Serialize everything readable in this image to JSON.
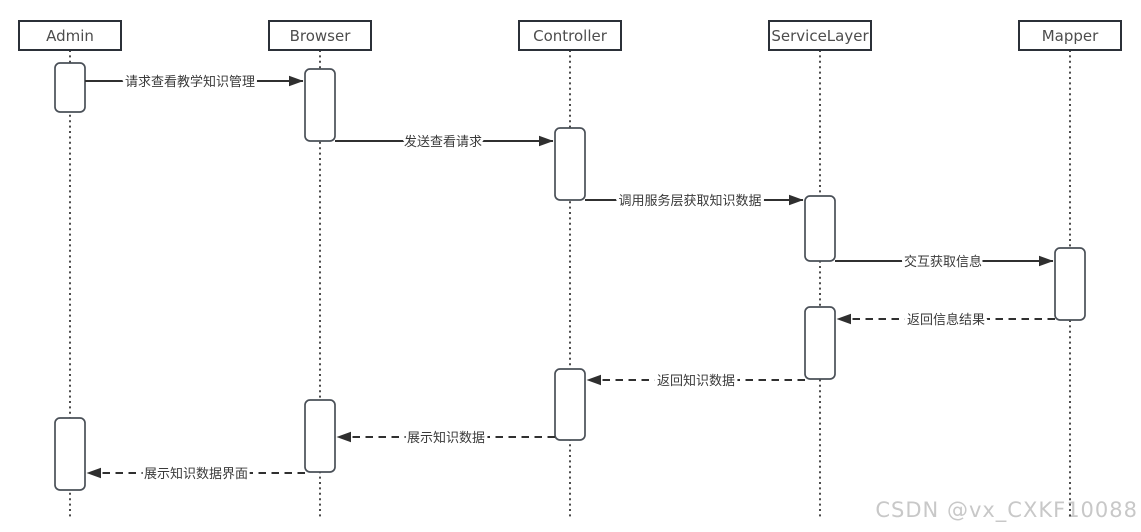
{
  "diagram": {
    "type": "uml-sequence-diagram",
    "actors": [
      {
        "name": "Admin"
      },
      {
        "name": "Browser"
      },
      {
        "name": "Controller"
      },
      {
        "name": "ServiceLayer"
      },
      {
        "name": "Mapper"
      }
    ],
    "messages": [
      {
        "label": "请求查看教学知识管理",
        "from": "Admin",
        "to": "Browser",
        "style": "solid"
      },
      {
        "label": "发送查看请求",
        "from": "Browser",
        "to": "Controller",
        "style": "solid"
      },
      {
        "label": "调用服务层获取知识数据",
        "from": "Controller",
        "to": "ServiceLayer",
        "style": "solid"
      },
      {
        "label": "交互获取信息",
        "from": "ServiceLayer",
        "to": "Mapper",
        "style": "solid"
      },
      {
        "label": "返回信息结果",
        "from": "Mapper",
        "to": "ServiceLayer",
        "style": "dashed"
      },
      {
        "label": "返回知识数据",
        "from": "ServiceLayer",
        "to": "Controller",
        "style": "dashed"
      },
      {
        "label": "展示知识数据",
        "from": "Controller",
        "to": "Browser",
        "style": "dashed"
      },
      {
        "label": "展示知识数据界面",
        "from": "Browser",
        "to": "Admin",
        "style": "dashed"
      }
    ]
  },
  "watermark": {
    "text": "CSDN @vx_CXKF10088"
  },
  "colors": {
    "background": "#ffffff",
    "actor_border": "#2b3038",
    "activation_border": "#4a5058",
    "message_line": "#303030",
    "label_text": "#3a3a3a",
    "actor_text": "#4d4d4d",
    "watermark_text": "#c8c8c8"
  }
}
